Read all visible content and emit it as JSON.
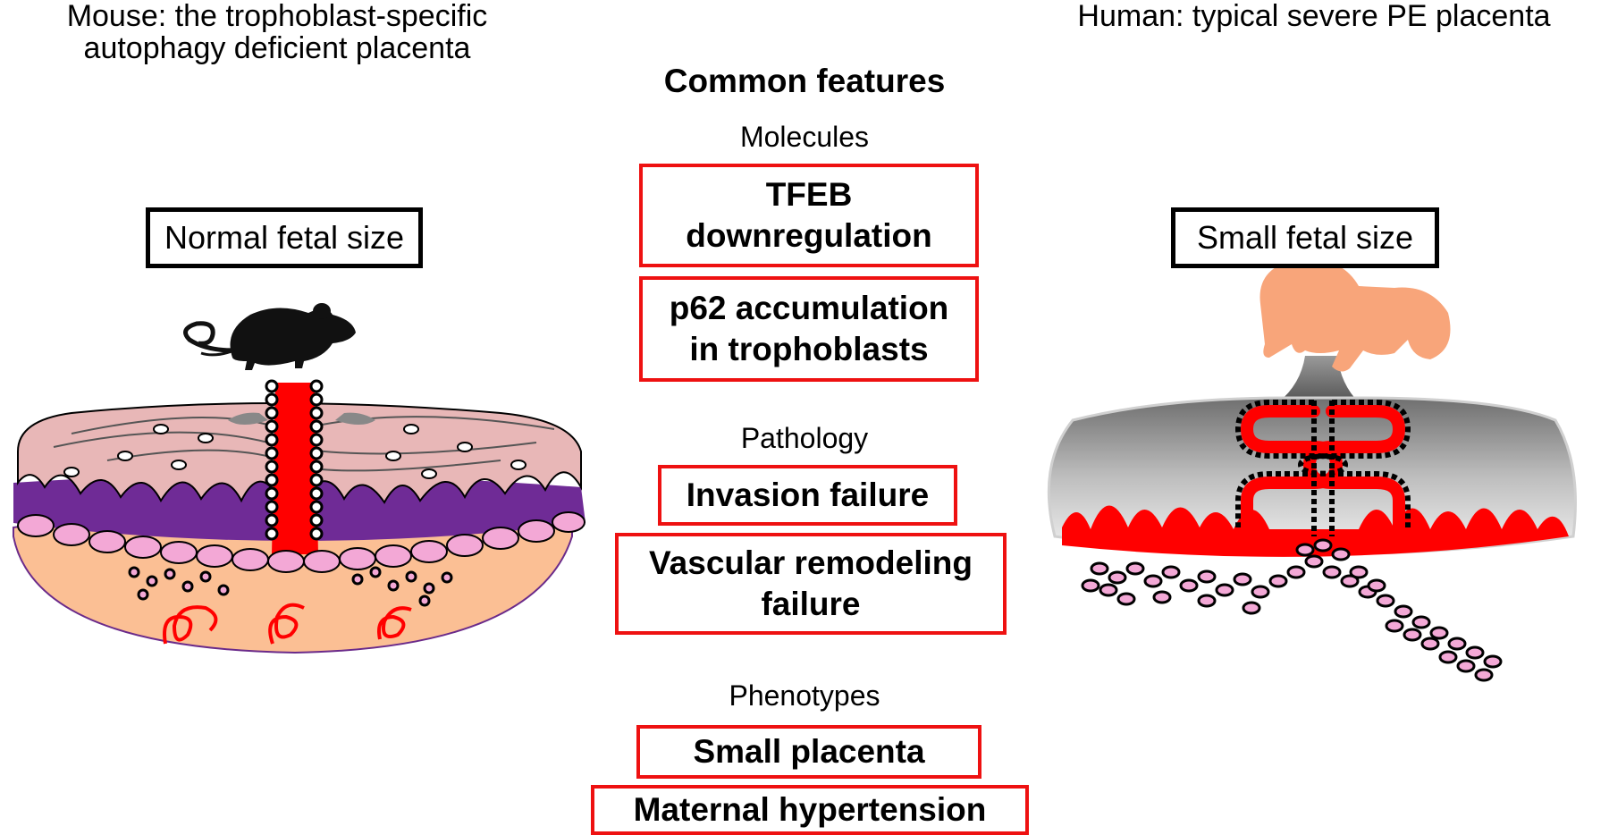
{
  "left": {
    "title_line1": "Mouse: the trophoblast-specific",
    "title_line2": "autophagy deficient placenta",
    "fetal_label": "Normal fetal size"
  },
  "right": {
    "title": "Human: typical severe PE placenta",
    "fetal_label": "Small fetal size"
  },
  "center": {
    "title": "Common features",
    "sections": {
      "molecules": "Molecules",
      "pathology": "Pathology",
      "phenotypes": "Phenotypes"
    },
    "items": {
      "tfeb_line1": "TFEB",
      "tfeb_line2": "downregulation",
      "p62_line1": "p62 accumulation",
      "p62_line2": "in trophoblasts",
      "invasion": "Invasion failure",
      "vascular_line1": "Vascular remodeling",
      "vascular_line2": "failure",
      "small_placenta": "Small placenta",
      "hypertension": "Maternal hypertension"
    }
  },
  "colors": {
    "box_red": "#ee1111",
    "vessel_red": "#ff0000",
    "decidua": "#fbbf94",
    "labyrinth_pink": "#e8b7b7",
    "junctional_purple": "#6f2b96",
    "trophoblast_pink": "#f3a8d6",
    "fetus": "#f8a57a"
  },
  "icons": [
    "mouse-silhouette-icon",
    "human-fetus-silhouette-icon"
  ]
}
